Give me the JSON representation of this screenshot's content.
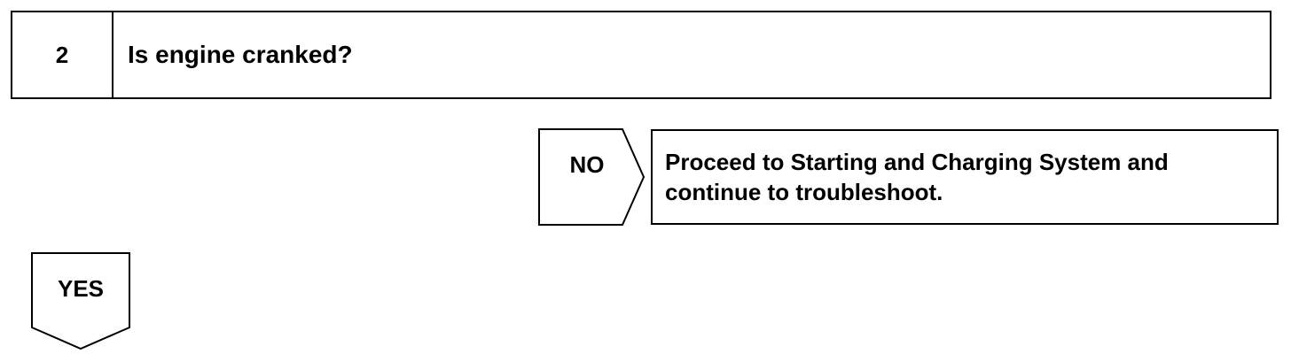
{
  "step": {
    "number": "2",
    "question": "Is engine cranked?"
  },
  "branches": {
    "no": {
      "label": "NO",
      "result": "Proceed to Starting and Charging System and continue to troubleshoot."
    },
    "yes": {
      "label": "YES"
    }
  }
}
